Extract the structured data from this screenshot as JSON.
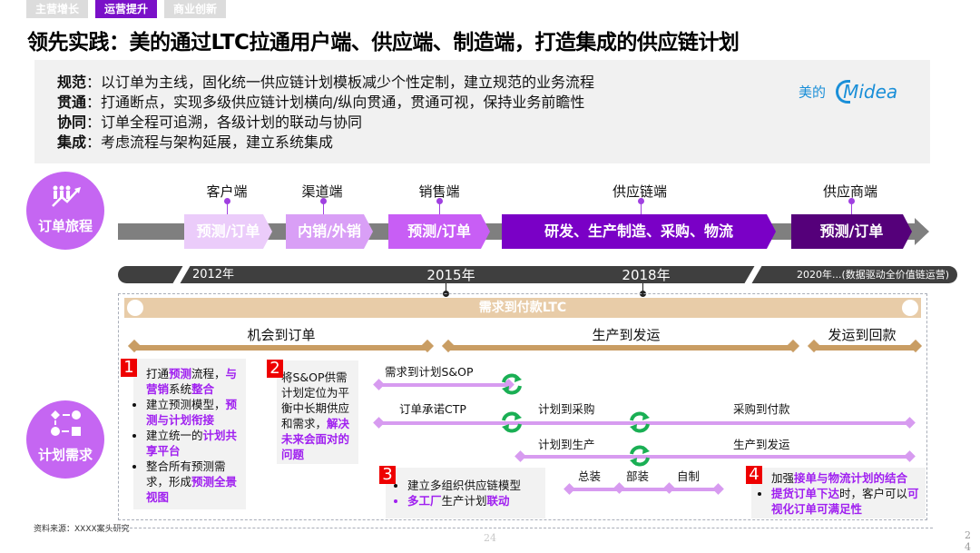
{
  "tabs": [
    {
      "label": "主营增长"
    },
    {
      "label": "运营提升"
    },
    {
      "label": "商业创新"
    }
  ],
  "title": "领先实践：美的通过LTC拉通用户端、供应端、制造端，打造集成的供应链计划",
  "principles": [
    {
      "key": "规范",
      "sep": "：",
      "text": "以订单为主线，固化统一供应链计划模板减少个性定制，建立规范的业务流程"
    },
    {
      "key": "贯通",
      "sep": "：",
      "text": "打通断点，实现多级供应链计划横向/纵向贯通，贯通可视，保持业务前瞻性"
    },
    {
      "key": "协同",
      "sep": "：",
      "text": "订单全程可追溯，各级计划的联动与协同"
    },
    {
      "key": "集成",
      "sep": "：",
      "text": "考虑流程与架构延展，建立系统集成"
    }
  ],
  "logo": {
    "cn": "美的",
    "en": "Midea",
    "color": "#1a8fd8"
  },
  "journey": {
    "label": "订单旅程",
    "stages": [
      {
        "name": "客户端",
        "chevron": "预测/订单",
        "color": "#ebccfa"
      },
      {
        "name": "渠道端",
        "chevron": "内销/外销",
        "color": "#d99ff6"
      },
      {
        "name": "销售端",
        "chevron": "预测/订单",
        "color": "#c85ef5"
      },
      {
        "name": "供应链端",
        "chevron": "研发、生产制造、采购、物流",
        "color": "#7a00c6"
      },
      {
        "name": "供应商端",
        "chevron": "预测/订单",
        "color": "#55007a"
      }
    ]
  },
  "timeline": [
    "2012年",
    "2015年",
    "2018年",
    "2020年...(数据驱动全价值链运营)"
  ],
  "ltc": {
    "title": "需求到付款LTC",
    "phases": [
      "机会到订单",
      "生产到发运",
      "发运到回款"
    ]
  },
  "plan": {
    "label": "计划需求"
  },
  "boxes": [
    {
      "badge": "1",
      "items": [
        [
          {
            "t": "打通"
          },
          {
            "t": "预测",
            "hl": true
          },
          {
            "t": "流程，"
          },
          {
            "t": "与营销",
            "hl": true
          },
          {
            "t": "系统"
          },
          {
            "t": "整合",
            "hl": true
          }
        ],
        [
          {
            "t": "建立预测模型，"
          },
          {
            "t": "预测与计划衔接",
            "hl": true
          }
        ],
        [
          {
            "t": "建立统一的"
          },
          {
            "t": "计划共享平台",
            "hl": true
          }
        ],
        [
          {
            "t": "整合所有预测需求，形成"
          },
          {
            "t": "预测全景视图",
            "hl": true
          }
        ]
      ]
    },
    {
      "badge": "2",
      "items": [
        [
          {
            "t": "将S&OP供需计划定位为平衡中长期供应和需求，"
          },
          {
            "t": "解决未来会面对的问题",
            "hl": true
          }
        ]
      ]
    },
    {
      "badge": "3",
      "items": [
        [
          {
            "t": "建立多组织供应链模型"
          }
        ],
        [
          {
            "t": "多工厂",
            "hl": true
          },
          {
            "t": "生产计划"
          },
          {
            "t": "联动",
            "hl": true
          }
        ]
      ]
    },
    {
      "badge": "4",
      "items": [
        [
          {
            "t": "加强"
          },
          {
            "t": "接单与物流计划的结合",
            "hl": true
          }
        ],
        [
          {
            "t": "提货订单下达",
            "hl": true
          },
          {
            "t": "时，客户可以"
          },
          {
            "t": "可视化订单可满足性",
            "hl": true
          }
        ]
      ]
    }
  ],
  "flows": {
    "sop": "需求到计划S&OP",
    "ctp": "订单承诺CTP",
    "plan_purchase": "计划到采购",
    "purchase_pay": "采购到付款",
    "plan_prod": "计划到生产",
    "prod_ship": "生产到发运",
    "assembly": "总装",
    "subassembly": "部装",
    "selfmade": "自制"
  },
  "footer": {
    "source": "资料来源：XXXX案头研究",
    "page": "24",
    "page_right": "2 4"
  },
  "colors": {
    "accent": "#7a10c8",
    "highlight": "#a020f0",
    "tan": "#c99d63",
    "cycle": "#1aaf54"
  }
}
